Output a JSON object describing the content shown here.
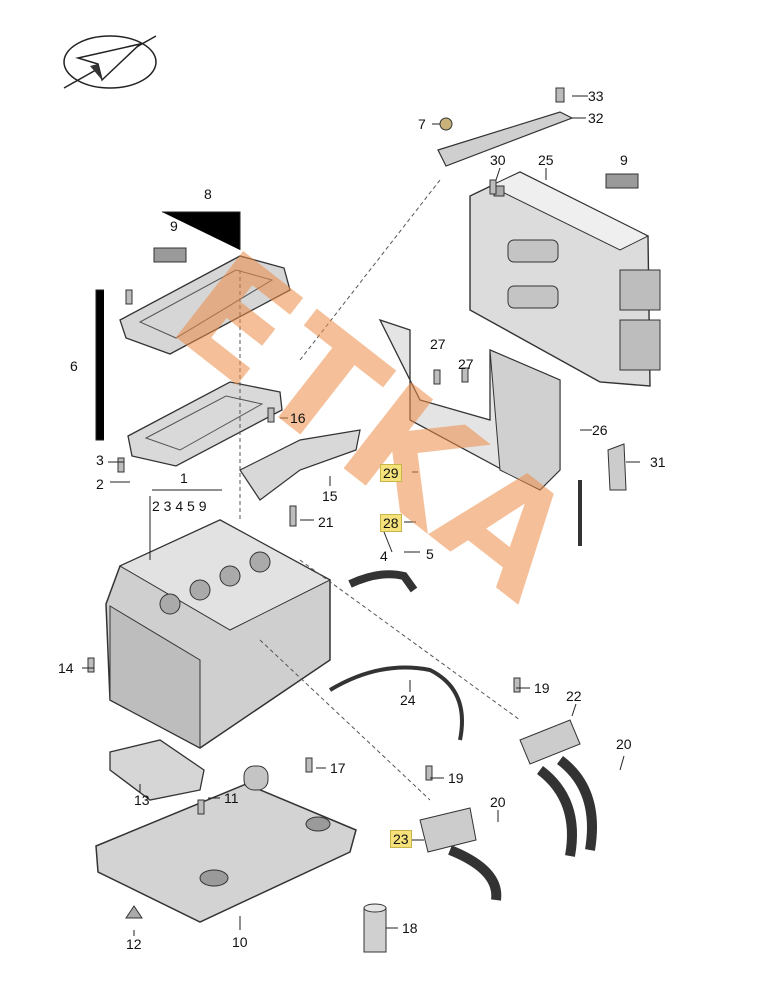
{
  "callouts": [
    {
      "id": "33",
      "text": "33"
    },
    {
      "id": "32",
      "text": "32"
    },
    {
      "id": "7",
      "text": "7"
    },
    {
      "id": "30",
      "text": "30"
    },
    {
      "id": "25",
      "text": "25"
    },
    {
      "id": "9a",
      "text": "9"
    },
    {
      "id": "8",
      "text": "8"
    },
    {
      "id": "9b",
      "text": "9"
    },
    {
      "id": "6",
      "text": "6"
    },
    {
      "id": "27a",
      "text": "27"
    },
    {
      "id": "27b",
      "text": "27"
    },
    {
      "id": "16",
      "text": "16"
    },
    {
      "id": "26",
      "text": "26"
    },
    {
      "id": "3",
      "text": "3"
    },
    {
      "id": "31",
      "text": "31"
    },
    {
      "id": "29",
      "text": "29"
    },
    {
      "id": "2",
      "text": "2"
    },
    {
      "id": "1",
      "text": "1"
    },
    {
      "id": "sub",
      "text": "2 3 4 5 9"
    },
    {
      "id": "15",
      "text": "15"
    },
    {
      "id": "4",
      "text": "4"
    },
    {
      "id": "21",
      "text": "21"
    },
    {
      "id": "28",
      "text": "28"
    },
    {
      "id": "5",
      "text": "5"
    },
    {
      "id": "14",
      "text": "14"
    },
    {
      "id": "19a",
      "text": "19"
    },
    {
      "id": "22",
      "text": "22"
    },
    {
      "id": "24",
      "text": "24"
    },
    {
      "id": "20a",
      "text": "20"
    },
    {
      "id": "17",
      "text": "17"
    },
    {
      "id": "19b",
      "text": "19"
    },
    {
      "id": "13",
      "text": "13"
    },
    {
      "id": "11",
      "text": "11"
    },
    {
      "id": "20b",
      "text": "20"
    },
    {
      "id": "23",
      "text": "23"
    },
    {
      "id": "12",
      "text": "12"
    },
    {
      "id": "10",
      "text": "10"
    },
    {
      "id": "18",
      "text": "18"
    }
  ],
  "watermark": "ETKA",
  "colors": {
    "watermark": "#ec8c46",
    "highlight": "#f5e27a",
    "line": "#222222",
    "part": "#d9d9d9"
  }
}
